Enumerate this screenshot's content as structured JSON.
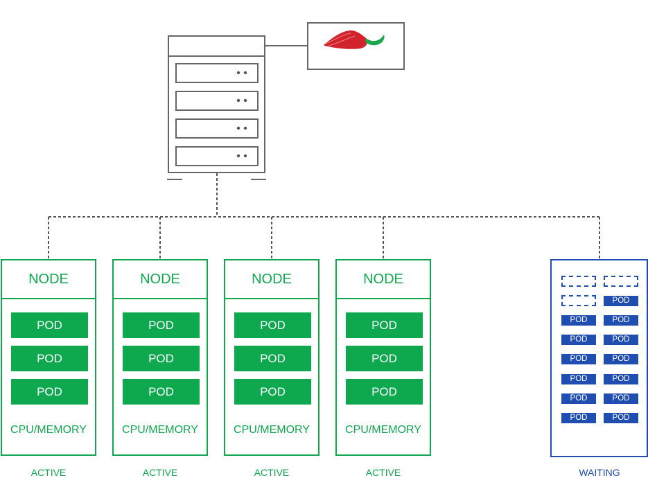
{
  "colors": {
    "active": "#0ea84e",
    "waiting": "#1f4db0",
    "line": "#555555"
  },
  "logo": {
    "icon": "red-green-wave-logo"
  },
  "nodes": [
    {
      "title": "NODE",
      "pods": [
        "POD",
        "POD",
        "POD"
      ],
      "resources": "CPU/MEMORY",
      "status": "ACTIVE"
    },
    {
      "title": "NODE",
      "pods": [
        "POD",
        "POD",
        "POD"
      ],
      "resources": "CPU/MEMORY",
      "status": "ACTIVE"
    },
    {
      "title": "NODE",
      "pods": [
        "POD",
        "POD",
        "POD"
      ],
      "resources": "CPU/MEMORY",
      "status": "ACTIVE"
    },
    {
      "title": "NODE",
      "pods": [
        "POD",
        "POD",
        "POD"
      ],
      "resources": "CPU/MEMORY",
      "status": "ACTIVE"
    }
  ],
  "waiting": {
    "status": "WAITING",
    "empty_slots": 3,
    "pods": [
      "POD",
      "POD",
      "POD",
      "POD",
      "POD",
      "POD",
      "POD",
      "POD",
      "POD",
      "POD",
      "POD",
      "POD",
      "POD"
    ]
  }
}
